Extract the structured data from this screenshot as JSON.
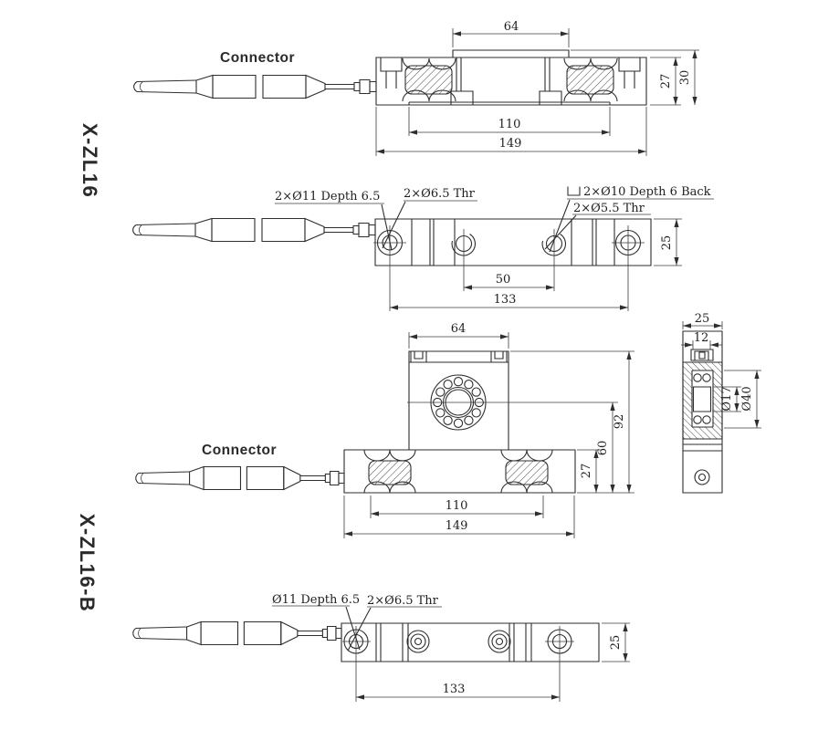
{
  "canvas": {
    "background": "#ffffff",
    "line_color": "#2e2e2e"
  },
  "labels": {
    "model_top": "X-ZL16",
    "model_bottom": "X-ZL16-B",
    "connector_top": "Connector",
    "connector_bottom": "Connector"
  },
  "side_view": {
    "dim_platform_width": "64",
    "dim_body_height": "27",
    "dim_total_height": "30",
    "dim_mount_hole_span": "110",
    "dim_total_length": "149"
  },
  "top_view": {
    "callout_counterbore_left": "2×Ø11 Depth 6.5",
    "callout_thread_left": "2×Ø6.5 Thr",
    "callout_counterbore_right": "2×Ø10 Depth 6 Back",
    "callout_counterbore_right_symbol": "counterbore",
    "callout_thread_right": "2×Ø5.5 Thr",
    "dim_inner_hole_span": "50",
    "dim_outer_hole_span": "133",
    "dim_width": "25"
  },
  "front_view": {
    "dim_platform_width": "64",
    "dim_mount_hole_span": "110",
    "dim_total_length": "149",
    "dim_beam_height": "27",
    "dim_center_height": "60",
    "dim_total_height": "92"
  },
  "section_view": {
    "dim_width": "25",
    "dim_inner_width": "12",
    "dim_bore_diameter": "Ø17",
    "dim_bearing_diameter": "Ø40"
  },
  "bottom_top_view": {
    "callout_counterbore": "Ø11 Depth 6.5",
    "callout_thread": "2×Ø6.5 Thr",
    "dim_outer_hole_span": "133",
    "dim_width": "25"
  }
}
